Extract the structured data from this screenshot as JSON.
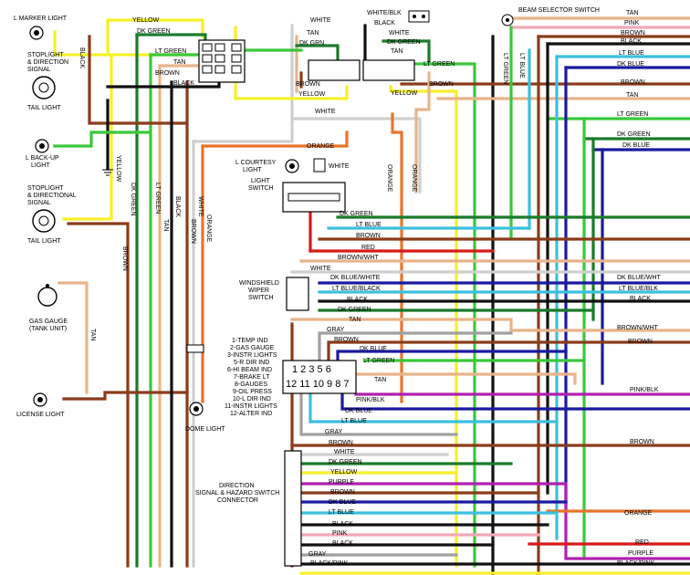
{
  "colors": {
    "black": "#111111",
    "brown": "#8a3c1a",
    "tan": "#e8b48a",
    "yellow": "#f6f02a",
    "dkgreen": "#1a7a2a",
    "ltgreen": "#3ac83a",
    "ltblue": "#3cc0e0",
    "dkblue": "#1a1aa0",
    "white": "#cfcfcf",
    "orange": "#e8742a",
    "red": "#d81a1a",
    "pink": "#f2a8b8",
    "purple": "#b020b0",
    "gray": "#a0a0a0"
  },
  "components": {
    "l_marker_light": "L MARKER LIGHT",
    "stoplight_direction_signal": [
      "STOPLIGHT",
      "& DIRECTION",
      "SIGNAL"
    ],
    "tail_light_1": "TAIL LIGHT",
    "l_backup_light": [
      "L BACK-UP",
      "LIGHT"
    ],
    "stoplight_directional_signal": [
      "STOPLIGHT",
      "& DIRECTIONAL",
      "SIGNAL"
    ],
    "tail_light_2": "TAIL LIGHT",
    "gas_gauge": [
      "GAS GAUGE",
      "(TANK UNIT)"
    ],
    "license_light": "LICENSE LIGHT",
    "dome_light": "DOME LIGHT",
    "l_courtesy_light": [
      "L COURTESY",
      "LIGHT"
    ],
    "light_switch": [
      "LIGHT",
      "SWITCH"
    ],
    "windshield_wiper_switch": [
      "WINDSHIELD",
      "WIPER",
      "SWITCH"
    ],
    "beam_selector_switch": "BEAM SELECTOR SWITCH",
    "direction_connector": [
      "DIRECTION",
      "SIGNAL & HAZARD SWITCH",
      "CONNECTOR"
    ]
  },
  "gauge_legend": [
    "1-TEMP IND",
    "2-GAS GAUGE",
    "3-INSTR LIGHTS",
    "5-R DIR IND",
    "6-HI BEAM IND",
    "7-BRAKE LT",
    "8-GAUGES",
    "9-OIL PRESS",
    "10-L DIR IND",
    "11-INSTR LIGHTS",
    "12-ALTER IND"
  ],
  "gauge_pins_top": "1 2 3   5 6",
  "gauge_pins_bottom": "12 11 10 9 8 7",
  "wire_labels": {
    "yellow": "YELLOW",
    "dk_green": "DK GREEN",
    "lt_green": "LT GREEN",
    "tan": "TAN",
    "brown": "BROWN",
    "black": "BLACK",
    "white": "WHITE",
    "white_blk": "WHITE/BLK",
    "dk_grn": "DK GRN",
    "orange": "ORANGE",
    "lt_blue": "LT BLUE",
    "red": "RED",
    "brown_wht": "BROWN/WHT",
    "dk_blue_white": "DK BLUE/WHITE",
    "lt_blue_black": "LT BLUE/BLACK",
    "dk_blue_wht": "DK BLUE/WHT",
    "lt_blue_blk": "LT BLUE/BLK",
    "gray": "GRAY",
    "dk_blue": "DK BLUE",
    "pink_blk": "PINK/BLK",
    "pink": "PINK",
    "purple": "PURPLE",
    "black_pink": "BLACK/PINK",
    "dk_green_v": "DK GREEN",
    "lt_blue_v": "LT BLUE",
    "lt_green_v": "LT GREEN"
  }
}
